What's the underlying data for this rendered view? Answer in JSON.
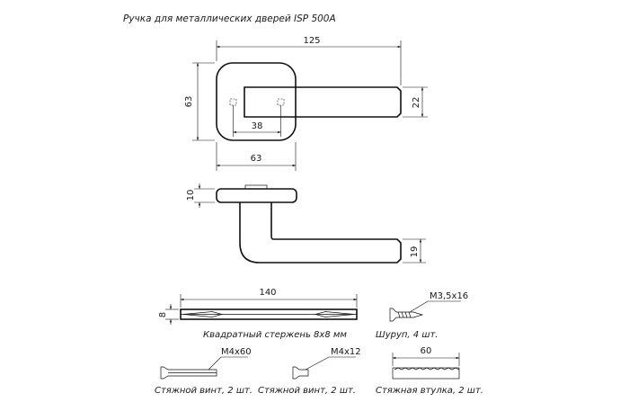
{
  "title": "Ручка для металлических дверей ISP 500A",
  "dimensions": {
    "width_total": "125",
    "height_rosette": "63",
    "lever_thickness": "22",
    "hole_spacing": "38",
    "width_rosette": "63",
    "rosette_depth": "10",
    "lever_profile": "19"
  },
  "parts": {
    "rod": {
      "length": "140",
      "size": "8",
      "caption": "Квадратный стержень 8х8 мм"
    },
    "screw": {
      "spec": "М3,5х16",
      "caption": "Шуруп, 4 шт."
    },
    "bolt_long": {
      "spec": "М4х60",
      "caption": "Стяжной винт, 2 шт."
    },
    "bolt_short": {
      "spec": "М4х12",
      "caption": "Стяжной винт, 2 шт."
    },
    "sleeve": {
      "length": "60",
      "caption": "Стяжная втулка, 2 шт."
    }
  }
}
